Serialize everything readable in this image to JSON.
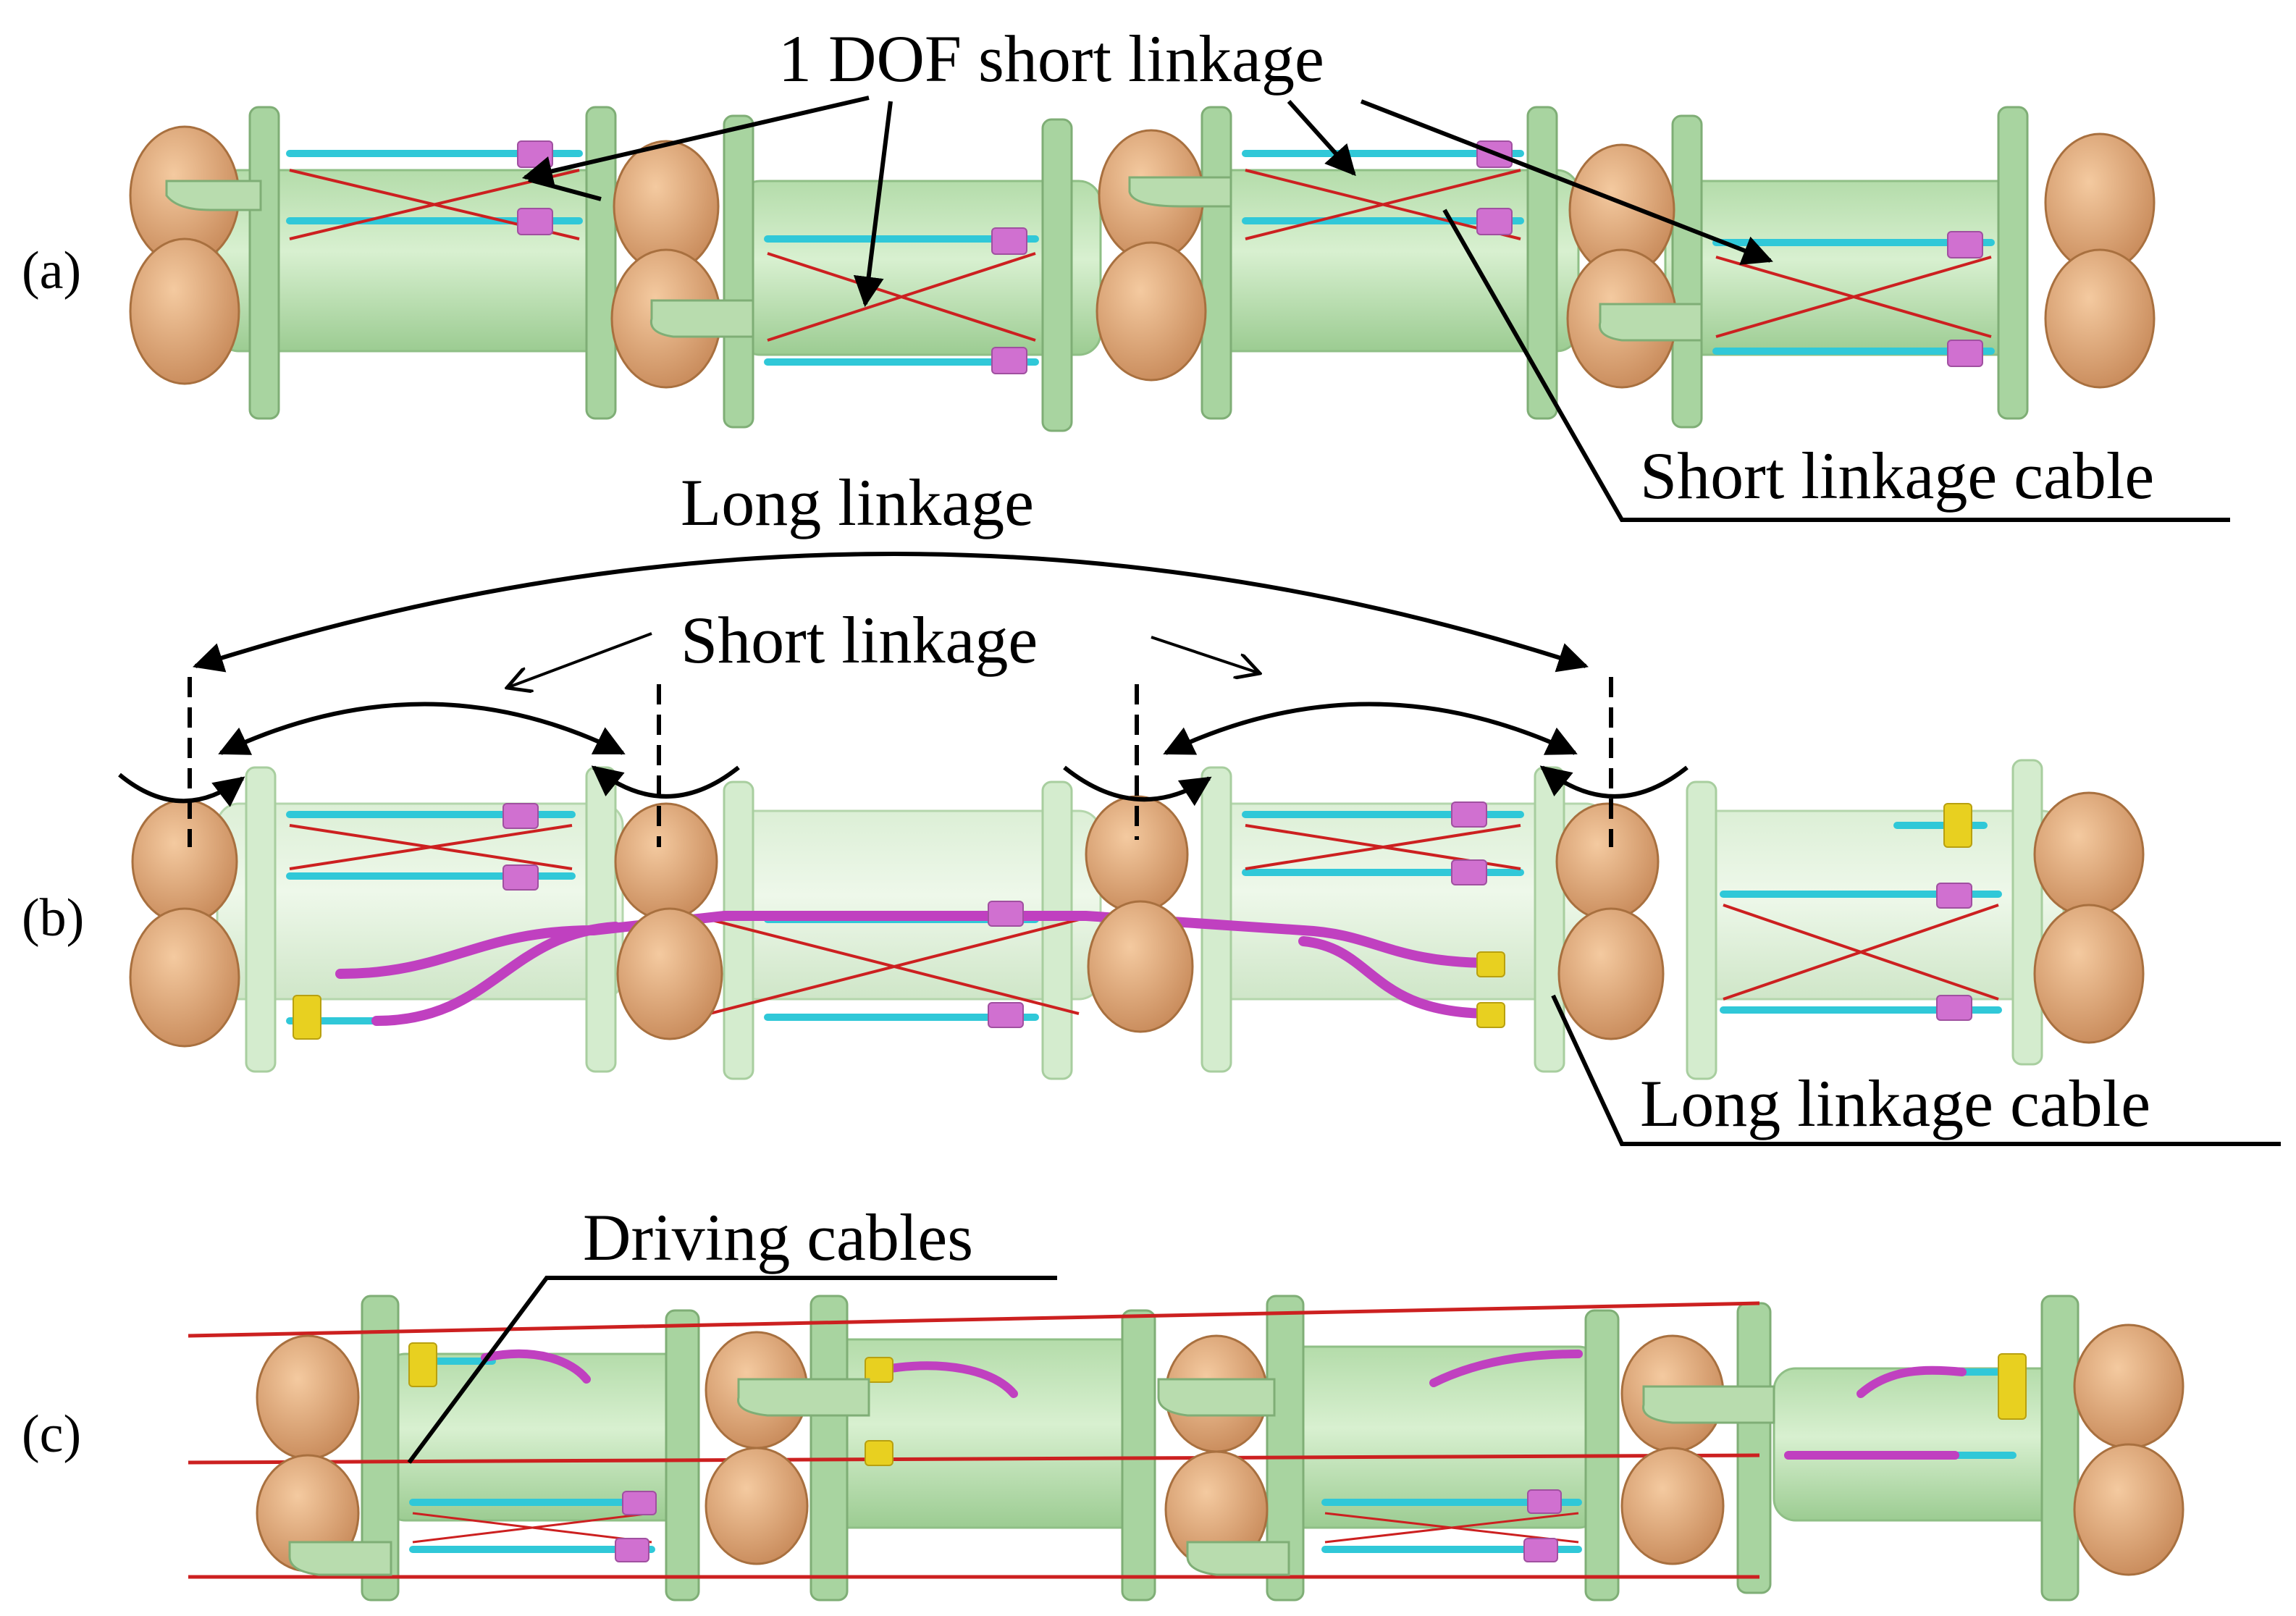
{
  "panels": {
    "a": {
      "label": "(a)",
      "callouts": {
        "one_dof_short_linkage": "1 DOF short linkage",
        "short_linkage_cable": "Short linkage cable"
      }
    },
    "b": {
      "label": "(b)",
      "callouts": {
        "long_linkage": "Long linkage",
        "short_linkage": "Short linkage",
        "long_linkage_cable": "Long linkage cable"
      }
    },
    "c": {
      "label": "(c)",
      "callouts": {
        "driving_cables": "Driving cables"
      }
    }
  },
  "colors": {
    "tube_green": "#c8e8c0",
    "flange_green": "#a8d4a0",
    "joint_copper": "#e0a878",
    "cable_red": "#cc2020",
    "rod_cyan": "#30c8d8",
    "clamp_magenta": "#d070d0",
    "sheath_magenta": "#c040c0",
    "clip_yellow": "#e8d020",
    "line_black": "#000000"
  }
}
